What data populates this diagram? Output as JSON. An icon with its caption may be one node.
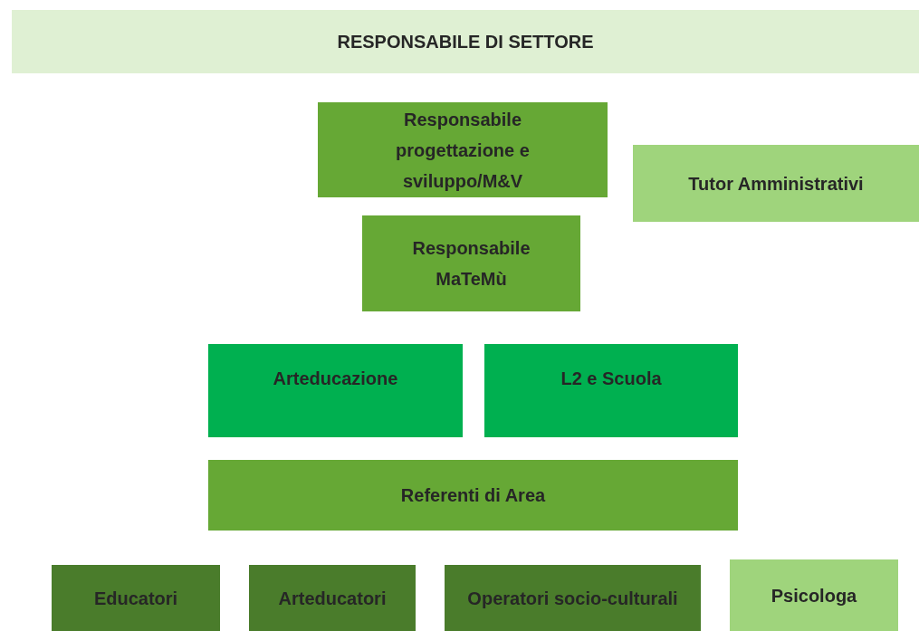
{
  "diagram": {
    "nodes": [
      {
        "text": [
          "RESPONSABILE DI SETTORE"
        ]
      },
      {
        "text": [
          "Responsabile progettazione e sviluppo/M&V"
        ]
      },
      {
        "text": [
          "Tutor Amministrativi"
        ]
      },
      {
        "text": [
          "Responsabile MaTeMù"
        ]
      },
      {
        "text": [
          "Arteducazione"
        ]
      },
      {
        "text": [
          "L2 e Scuola"
        ]
      },
      {
        "text": [
          "Referenti di Area"
        ]
      },
      {
        "text": [
          "Educatori"
        ]
      },
      {
        "text": [
          "Arteducatori"
        ]
      },
      {
        "text": [
          "Operatori socio-culturali"
        ]
      },
      {
        "text": [
          "Psicologa"
        ]
      }
    ]
  }
}
